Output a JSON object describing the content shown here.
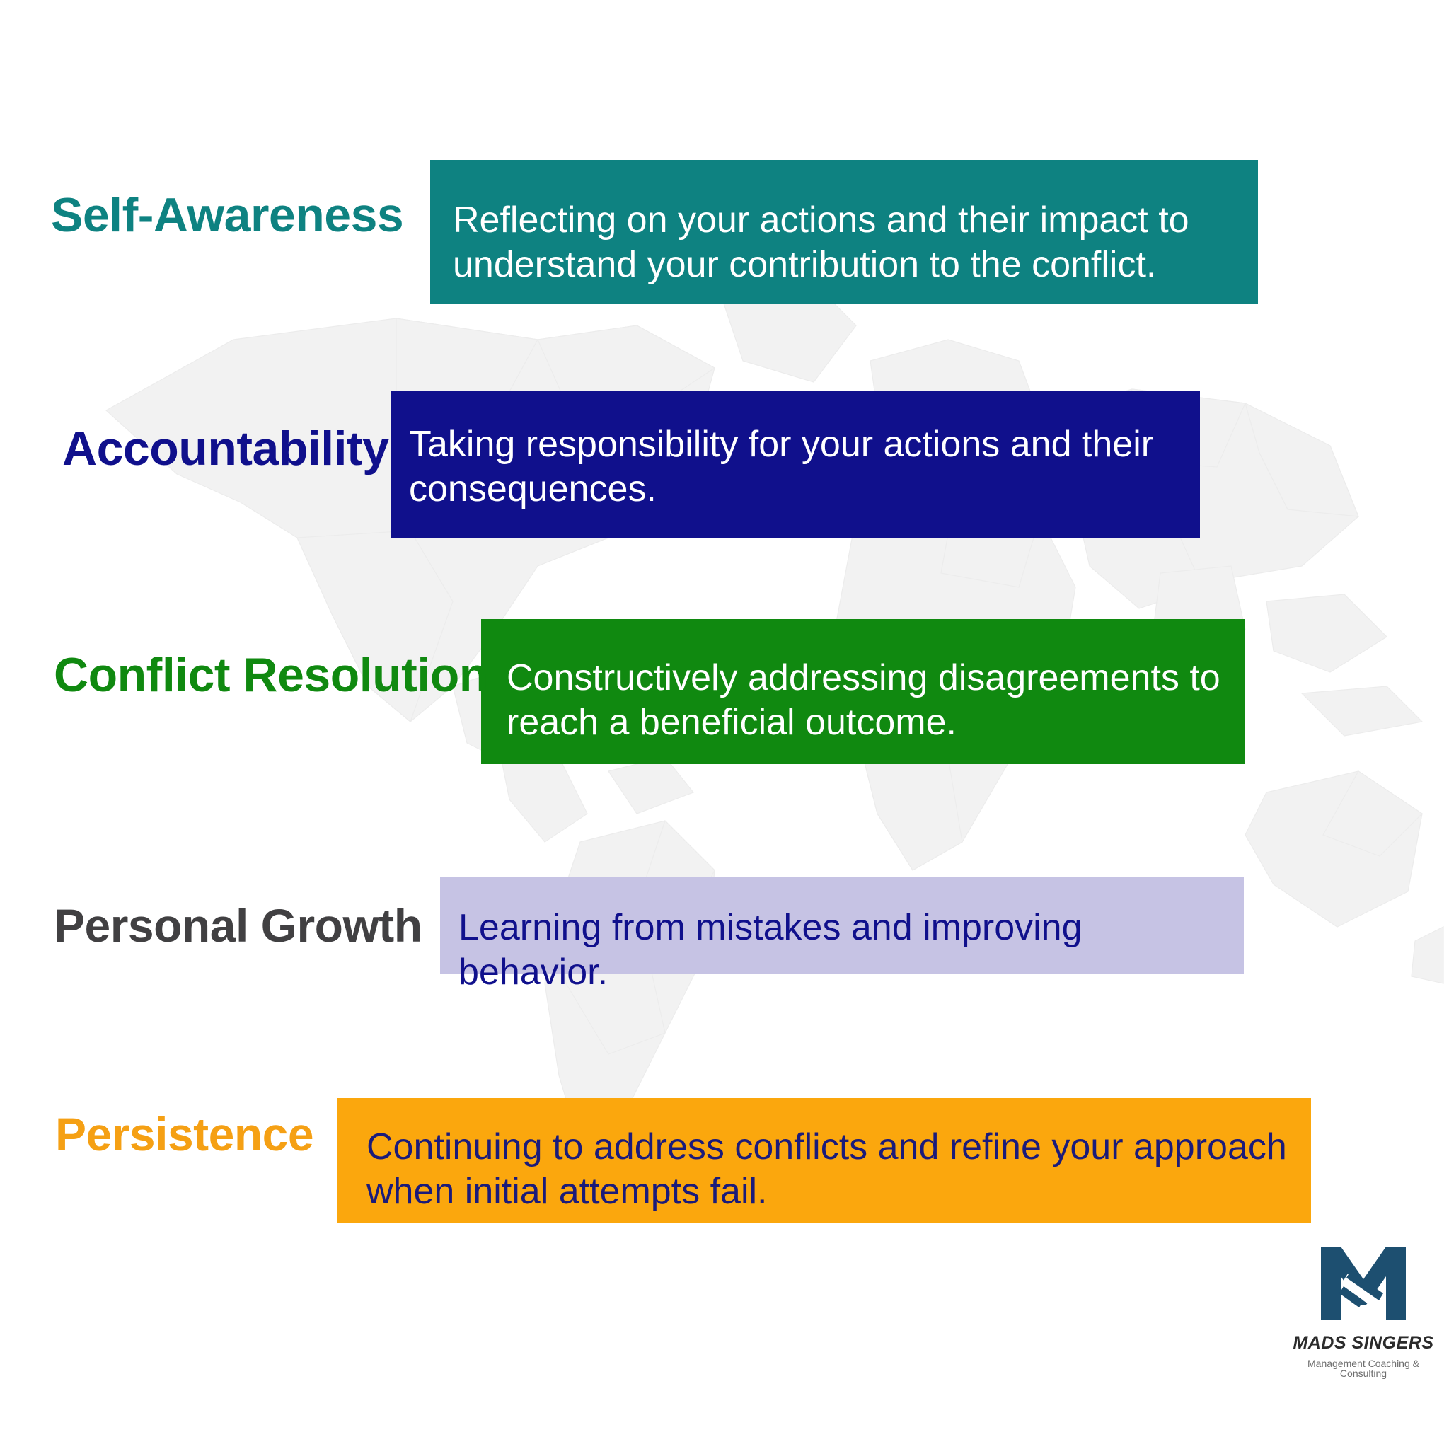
{
  "page": {
    "background_color": "#ffffff",
    "watermark": "world-map-lowpoly"
  },
  "rows": [
    {
      "label": "Self-Awareness",
      "description": "Reflecting on your actions and their impact to understand your contribution to the conflict.",
      "label_color": "#0E8281",
      "bar_color": "#0E8281",
      "description_color": "#ffffff"
    },
    {
      "label": "Accountability",
      "description": "Taking responsibility for your actions and their consequences.",
      "label_color": "#10108C",
      "bar_color": "#10108C",
      "description_color": "#ffffff"
    },
    {
      "label": "Conflict Resolution",
      "description": "Constructively addressing disagreements to reach a beneficial outcome.",
      "label_color": "#108910",
      "bar_color": "#108910",
      "description_color": "#ffffff"
    },
    {
      "label": "Personal Growth",
      "description": "Learning from mistakes and improving behavior.",
      "label_color": "#414042",
      "bar_color": "#C6C3E4",
      "description_color": "#10108C"
    },
    {
      "label": "Persistence",
      "description": "Continuing to address conflicts and refine your approach when initial attempts fail.",
      "label_color": "#F5A014",
      "bar_color": "#FBA70D",
      "description_color": "#1B1B7A"
    }
  ],
  "logo": {
    "mark": "mads-singers-m-monogram",
    "mark_color": "#1D4F70",
    "name": "MADS SINGERS",
    "tagline": "Management Coaching & Consulting"
  }
}
